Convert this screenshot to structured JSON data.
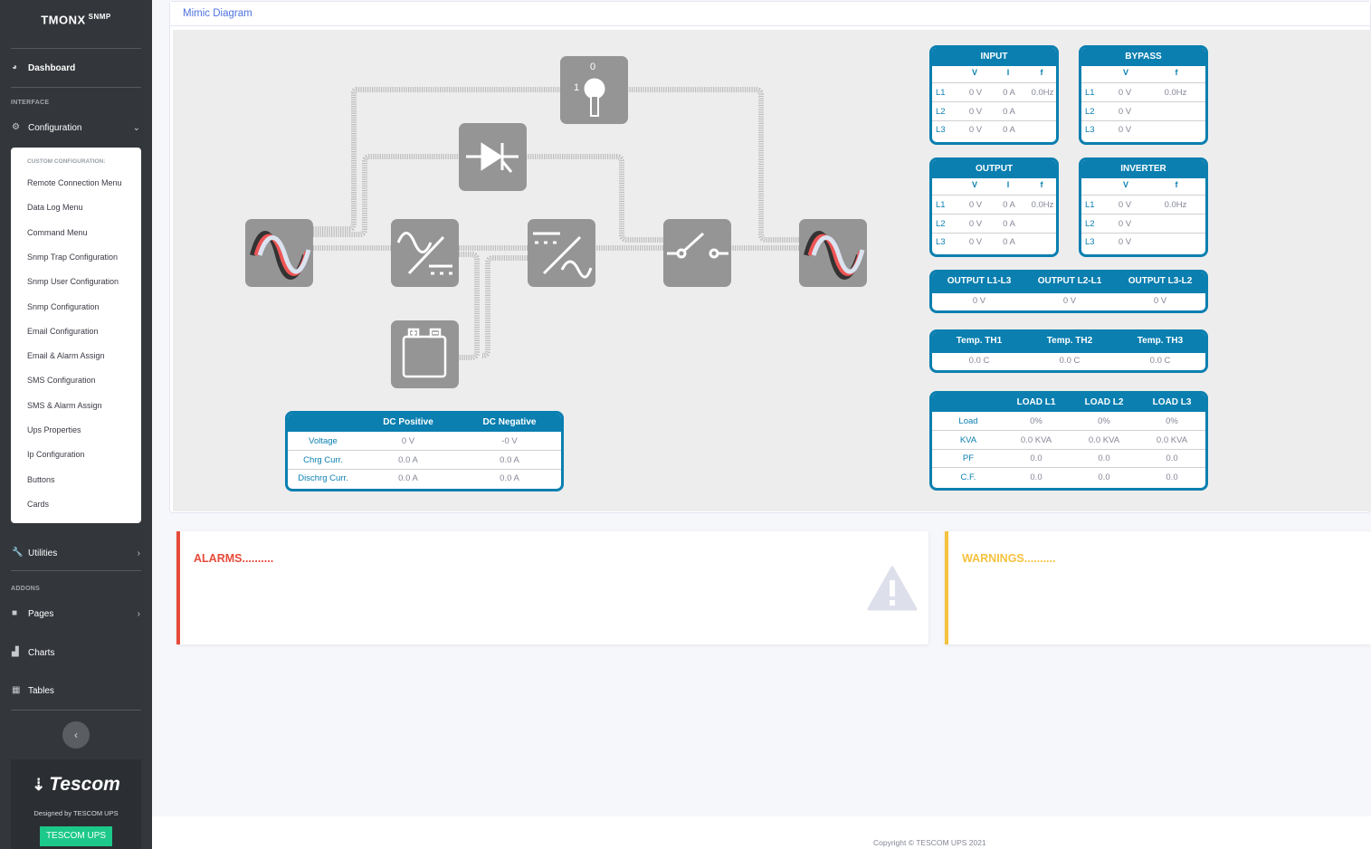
{
  "brand": {
    "name": "TMONX",
    "sup": "SNMP"
  },
  "sidebar": {
    "dashboard": "Dashboard",
    "interface_head": "INTERFACE",
    "configuration": "Configuration",
    "submenu_head": "CUSTOM CONFIGURATION:",
    "submenu": [
      "Remote Connection Menu",
      "Data Log Menu",
      "Command Menu",
      "Snmp Trap Configuration",
      "Snmp User Configuration",
      "Snmp Configuration",
      "Email Configuration",
      "Email & Alarm Assign",
      "SMS Configuration",
      "SMS & Alarm Assign",
      "Ups Properties",
      "Ip Configuration",
      "Buttons",
      "Cards"
    ],
    "utilities": "Utilities",
    "addons_head": "ADDONS",
    "pages": "Pages",
    "charts": "Charts",
    "tables": "Tables",
    "logo": "Tescom",
    "designed": "Designed by TESCOM UPS",
    "button": "TESCOM UPS"
  },
  "card_title": "Mimic Diagram",
  "diagram": {
    "switch_top": "0",
    "switch_left": "1"
  },
  "input": {
    "title": "INPUT",
    "headers": [
      "V",
      "I",
      "f"
    ],
    "rows": [
      [
        "L1",
        "0 V",
        "0 A",
        "0.0Hz"
      ],
      [
        "L2",
        "0 V",
        "0 A",
        ""
      ],
      [
        "L3",
        "0 V",
        "0 A",
        ""
      ]
    ]
  },
  "bypass": {
    "title": "BYPASS",
    "headers": [
      "V",
      "f"
    ],
    "rows": [
      [
        "L1",
        "0 V",
        "0.0Hz"
      ],
      [
        "L2",
        "0 V",
        ""
      ],
      [
        "L3",
        "0 V",
        ""
      ]
    ]
  },
  "output": {
    "title": "OUTPUT",
    "headers": [
      "V",
      "I",
      "f"
    ],
    "rows": [
      [
        "L1",
        "0 V",
        "0 A",
        "0.0Hz"
      ],
      [
        "L2",
        "0 V",
        "0 A",
        ""
      ],
      [
        "L3",
        "0 V",
        "0 A",
        ""
      ]
    ]
  },
  "inverter": {
    "title": "INVERTER",
    "headers": [
      "V",
      "f"
    ],
    "rows": [
      [
        "L1",
        "0 V",
        "0.0Hz"
      ],
      [
        "L2",
        "0 V",
        ""
      ],
      [
        "L3",
        "0 V",
        ""
      ]
    ]
  },
  "output_ll": {
    "headers": [
      "OUTPUT L1-L3",
      "OUTPUT L2-L1",
      "OUTPUT L3-L2"
    ],
    "values": [
      "0 V",
      "0 V",
      "0 V"
    ]
  },
  "temps": {
    "headers": [
      "Temp. TH1",
      "Temp. TH2",
      "Temp. TH3"
    ],
    "values": [
      "0.0 C",
      "0.0 C",
      "0.0 C"
    ]
  },
  "load": {
    "headers": [
      "LOAD L1",
      "LOAD L2",
      "LOAD L3"
    ],
    "rows": [
      [
        "Load",
        "0%",
        "0%",
        "0%"
      ],
      [
        "KVA",
        "0.0 KVA",
        "0.0 KVA",
        "0.0 KVA"
      ],
      [
        "PF",
        "0.0",
        "0.0",
        "0.0"
      ],
      [
        "C.F.",
        "0.0",
        "0.0",
        "0.0"
      ]
    ]
  },
  "dc": {
    "headers": [
      "DC Positive",
      "DC Negative"
    ],
    "rows": [
      [
        "Voltage",
        "0 V",
        "-0 V"
      ],
      [
        "Chrg Curr.",
        "0.0 A",
        "0.0 A"
      ],
      [
        "Dischrg Curr.",
        "0.0 A",
        "0.0 A"
      ]
    ]
  },
  "alarms_title": "ALARMS..........",
  "warnings_title": "WARNINGS..........",
  "copyright": "Copyright © TESCOM UPS 2021",
  "colors": {
    "accent": "#0a7fb0",
    "alarm": "#e74a3b",
    "warning": "#f6c23e",
    "sidebar": "#33363b",
    "button": "#1cc88a"
  }
}
